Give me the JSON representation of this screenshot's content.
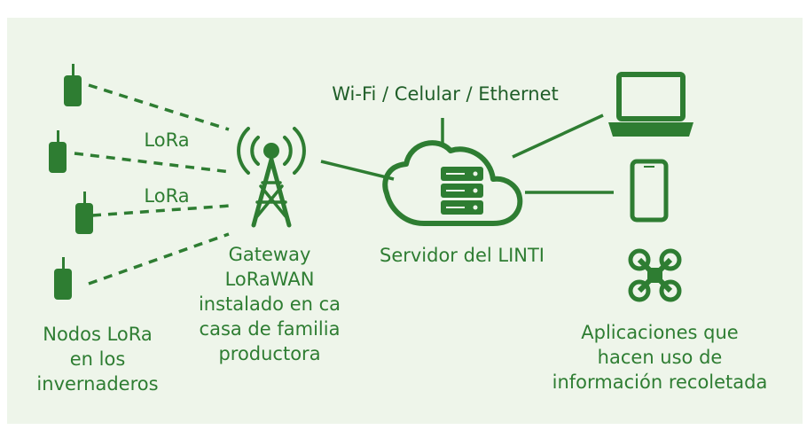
{
  "colors": {
    "background": "#eef5ea",
    "primary_green": "#2e7d32",
    "dark_green": "#1f5e28",
    "line": "#2e7d32"
  },
  "labels": {
    "lora_1": "LoRa",
    "lora_2": "LoRa",
    "network": "Wi-Fi / Celular / Ethernet",
    "nodes": [
      "Nodos LoRa",
      "en los",
      "invernaderos"
    ],
    "gateway": [
      "Gateway",
      "LoRaWAN",
      "instalado en ca",
      "casa de familia",
      "productora"
    ],
    "server": "Servidor del LINTI",
    "applications": [
      "Aplicaciones que",
      "hacen uso de",
      "información recoletada"
    ]
  },
  "icons": {
    "sensor_node": "sensor-node-icon",
    "gateway": "radio-tower-icon",
    "server": "cloud-server-icon",
    "laptop": "laptop-icon",
    "phone": "smartphone-icon",
    "drone": "drone-icon"
  }
}
